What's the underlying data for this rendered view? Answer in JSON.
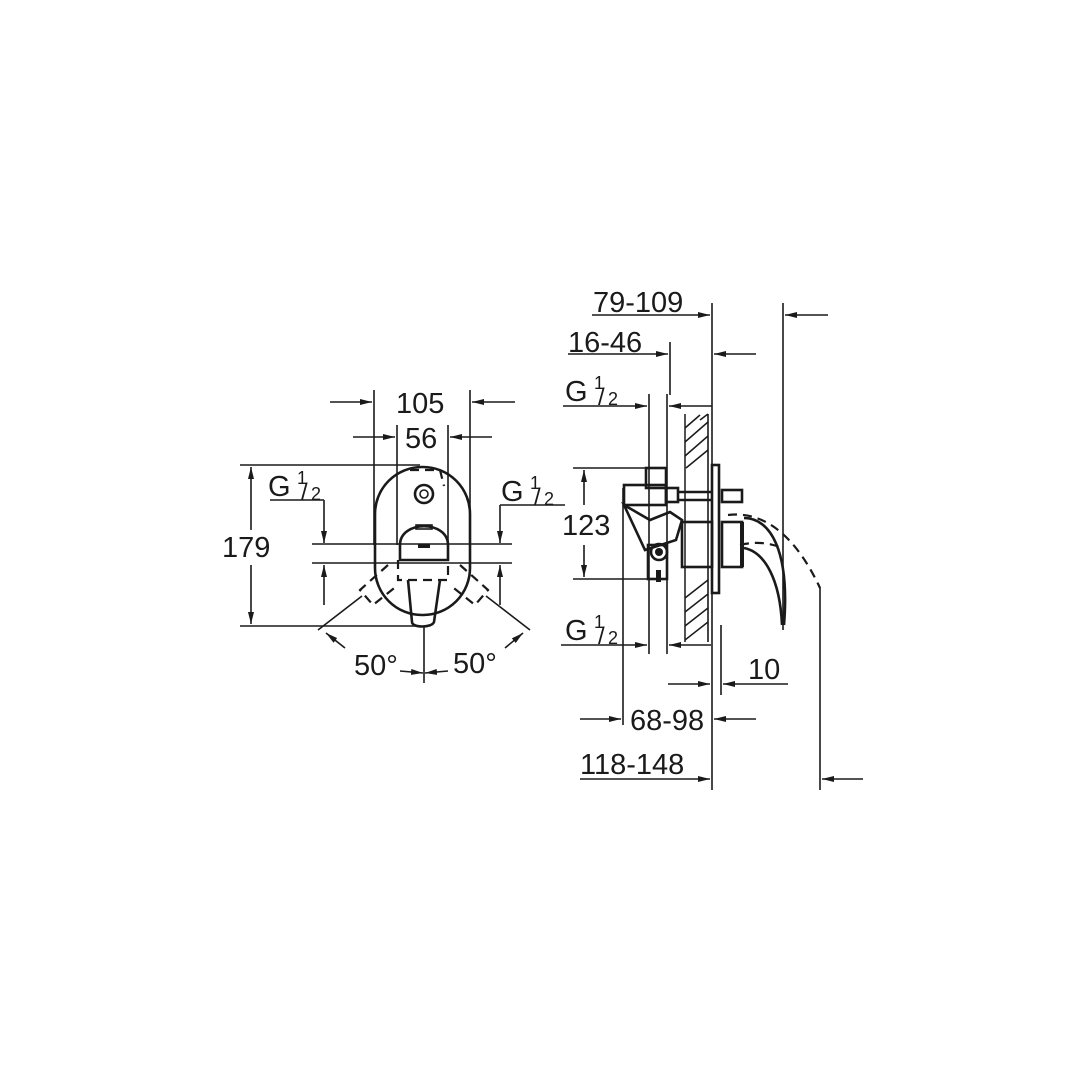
{
  "drawing": {
    "title": "Concealed single-lever bath/shower mixer dimensional drawing",
    "stroke_color": "#1a1a1a",
    "background": "#ffffff"
  },
  "front_view": {
    "dim_overall_width": "105",
    "dim_center_width": "56",
    "dim_height": "179",
    "thread_left": {
      "base": "G",
      "num": "1",
      "den": "2"
    },
    "thread_right": {
      "base": "G",
      "num": "1",
      "den": "2"
    },
    "angle_left": "50°",
    "angle_right": "50°"
  },
  "side_view": {
    "dim_wall_depth_range": "79-109",
    "dim_inner_range": "16-46",
    "thread_top": {
      "base": "G",
      "num": "1",
      "den": "2"
    },
    "dim_body_height": "123",
    "thread_bottom": {
      "base": "G",
      "num": "1",
      "den": "2"
    },
    "dim_plate": "10",
    "dim_install_range": "68-98",
    "dim_total_range": "118-148"
  }
}
